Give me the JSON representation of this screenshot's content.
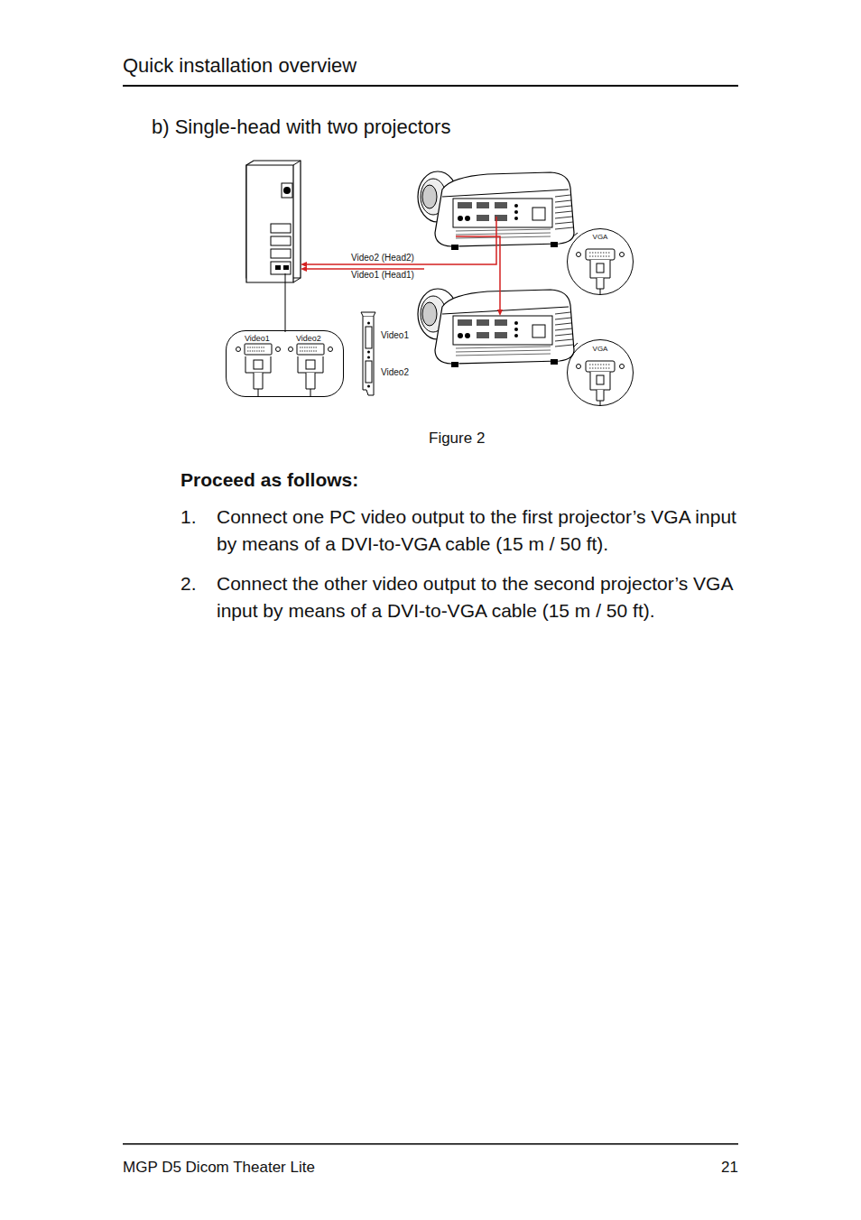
{
  "diagram": {
    "title": "b) Single-head with two projectors",
    "caption": "Figure 2",
    "nodes": [
      {
        "text": [
          "Video1",
          "Video2"
        ]
      },
      {
        "text": [
          "VGA"
        ]
      },
      {
        "text": [
          "VGA"
        ]
      }
    ],
    "labels": [
      "Quick installation overview",
      "Video2 (Head2)",
      "Video1 (Head1)",
      "Video1",
      "Video2",
      "Proceed as follows:",
      "1.",
      "Connect one PC video output to the first projector’s VGA input by means of a DVI-to-VGA cable (15 m / 50 ft).",
      "2.",
      "Connect the other video output to the second projector’s VGA input by means of a DVI-to-VGA cable (15 m / 50 ft).",
      "MGP D5 Dicom Theater Lite",
      "21"
    ]
  }
}
